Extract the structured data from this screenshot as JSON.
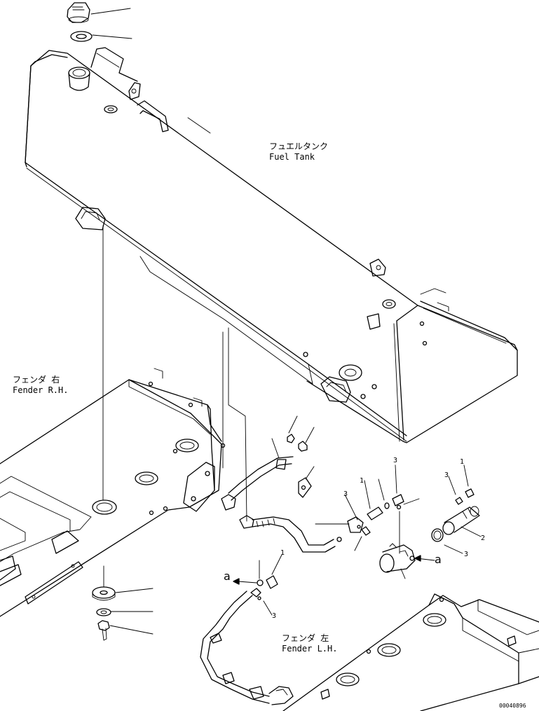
{
  "labels": {
    "fuel_tank_jp": "フュエルタンク",
    "fuel_tank_en": "Fuel Tank",
    "fender_rh_jp": "フェンダ 右",
    "fender_rh_en": "Fender R.H.",
    "fender_lh_jp": "フェンダ 左",
    "fender_lh_en": "Fender L.H."
  },
  "callouts": {
    "one": "1",
    "two": "2",
    "three": "3",
    "ref_a": "a"
  },
  "drawing_number": "00040896"
}
